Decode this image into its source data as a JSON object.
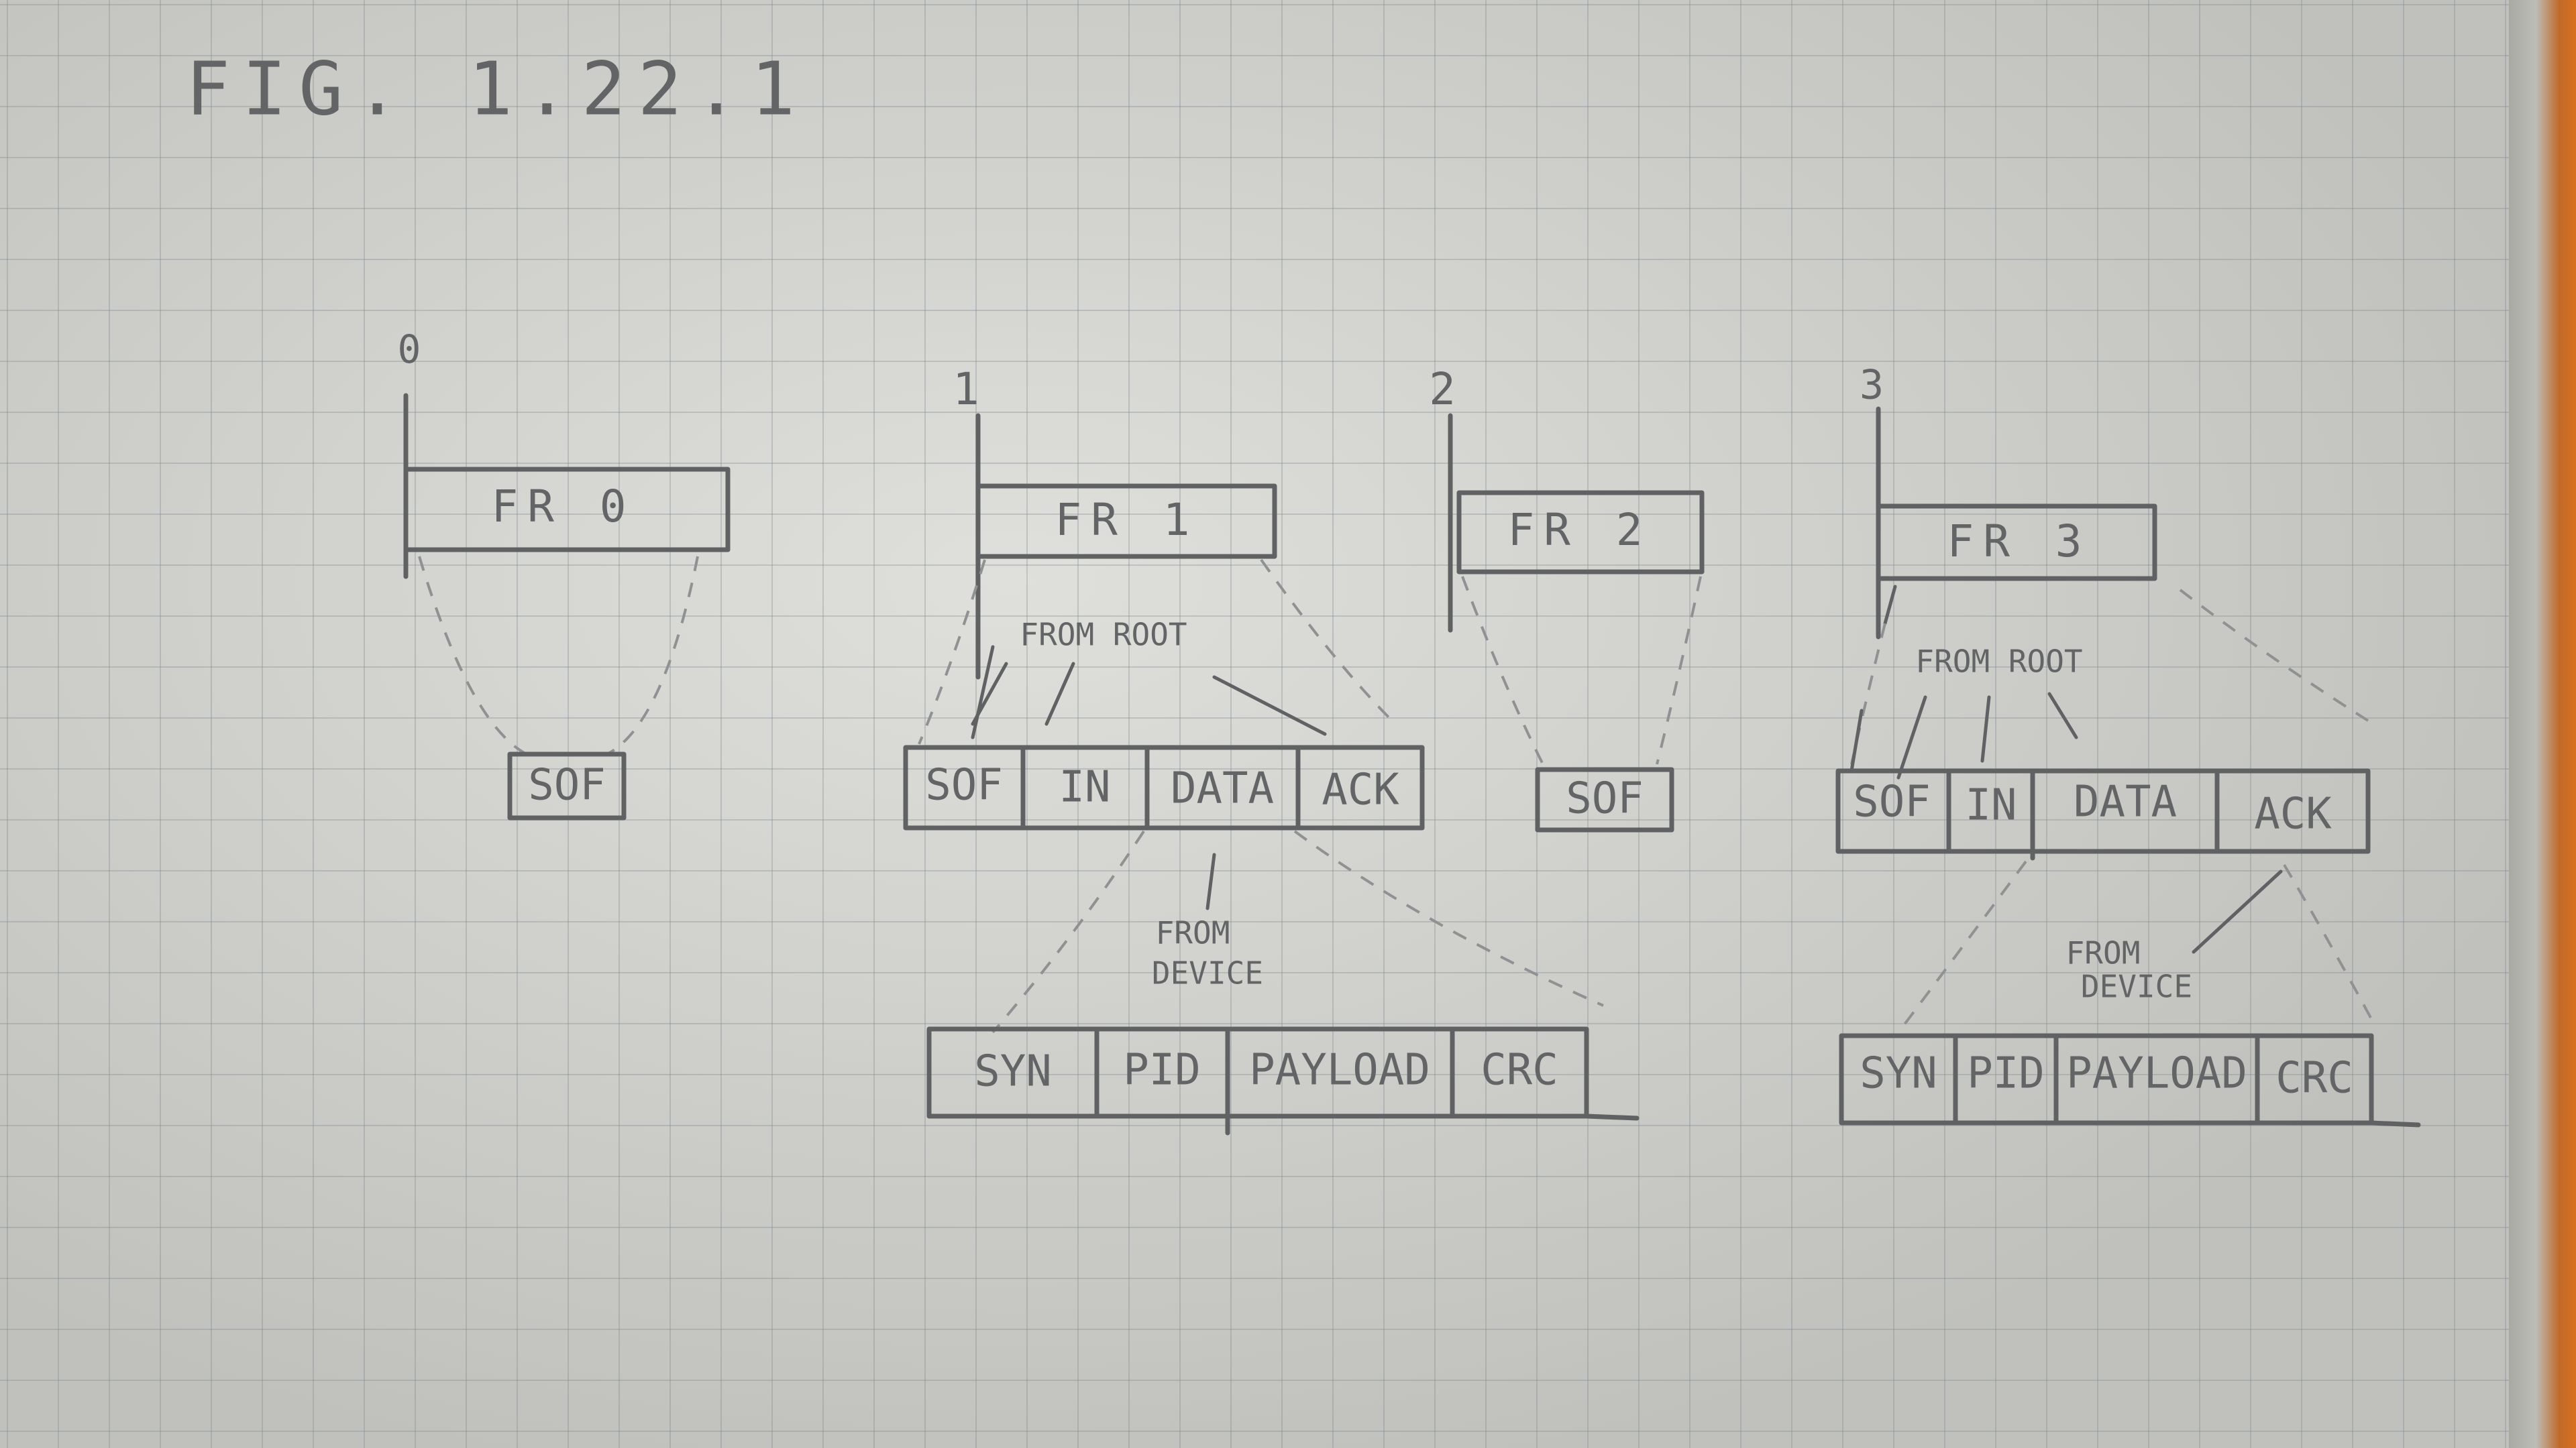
{
  "figure_label": "FIG. 1.22.1",
  "frames": [
    {
      "number": "0",
      "label": "FR 0",
      "packets": [
        "SOF"
      ],
      "annotation": ""
    },
    {
      "number": "1",
      "label": "FR 1",
      "packets": [
        "SOF",
        "IN",
        "DATA",
        "ACK"
      ],
      "annotation": "FROM ROOT",
      "data_annotation": [
        "FROM",
        "DEVICE"
      ],
      "data_fields": [
        "SYN",
        "PID",
        "PAYLOAD",
        "CRC"
      ]
    },
    {
      "number": "2",
      "label": "FR 2",
      "packets": [
        "SOF"
      ],
      "annotation": ""
    },
    {
      "number": "3",
      "label": "FR 3",
      "packets": [
        "SOF",
        "IN",
        "DATA",
        "ACK"
      ],
      "annotation": "FROM ROOT",
      "data_annotation": [
        "FROM",
        "DEVICE"
      ],
      "data_fields": [
        "SYN",
        "PID",
        "PAYLOAD",
        "CRC"
      ]
    }
  ]
}
